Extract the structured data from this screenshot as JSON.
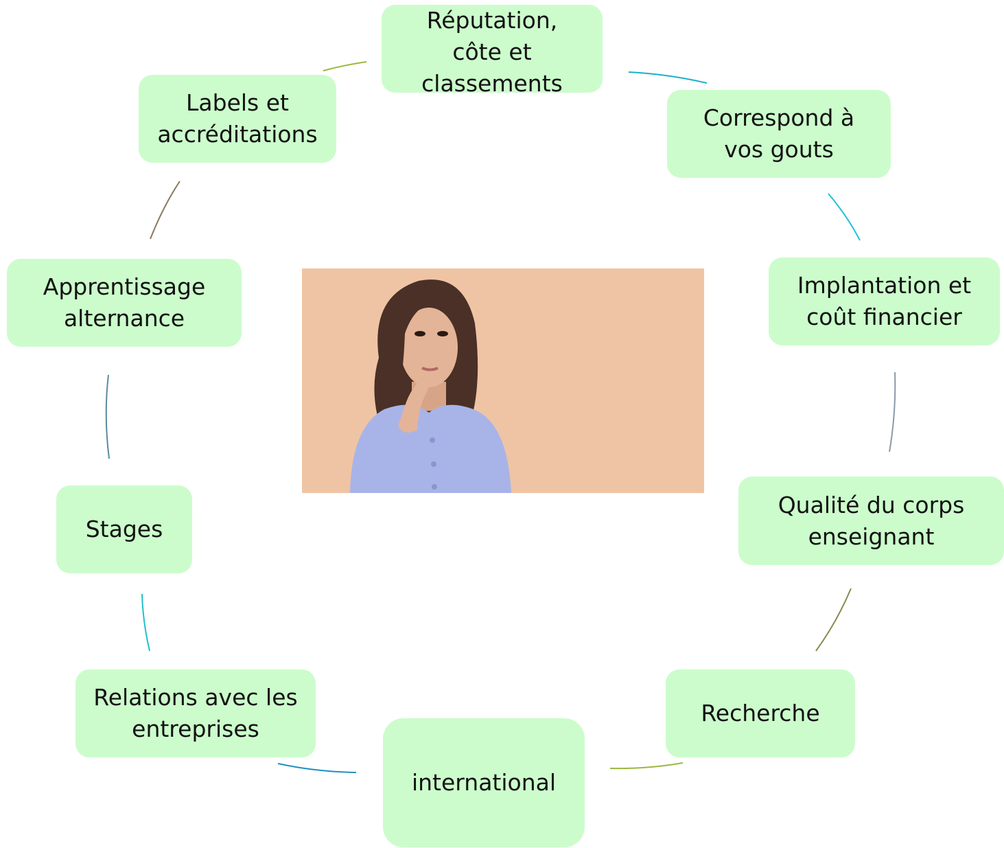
{
  "diagram": {
    "type": "cycle",
    "node_color": "#ccfccc",
    "center_image": "woman-thinking-photo",
    "nodes": [
      {
        "id": "reputation",
        "label": "Réputation,\ncôte et\nclassements"
      },
      {
        "id": "gouts",
        "label": "Correspond à\nvos gouts"
      },
      {
        "id": "implantation",
        "label": "Implantation et\ncoût financier"
      },
      {
        "id": "corps",
        "label": "Qualité du corps\nenseignant"
      },
      {
        "id": "recherche",
        "label": "Recherche"
      },
      {
        "id": "international",
        "label": "international"
      },
      {
        "id": "relations",
        "label": "Relations avec les\nentreprises"
      },
      {
        "id": "stages",
        "label": "Stages"
      },
      {
        "id": "apprentissage",
        "label": "Apprentissage\nalternance"
      },
      {
        "id": "labels",
        "label": "Labels et\naccréditations"
      }
    ],
    "connector_colors": [
      "#1ab0c8",
      "#20c0d8",
      "#8a9aaa",
      "#8a8a50",
      "#9ab840",
      "#2090c0",
      "#20c0c8",
      "#5a8aa0",
      "#8a7a60",
      "#9ab840"
    ]
  }
}
